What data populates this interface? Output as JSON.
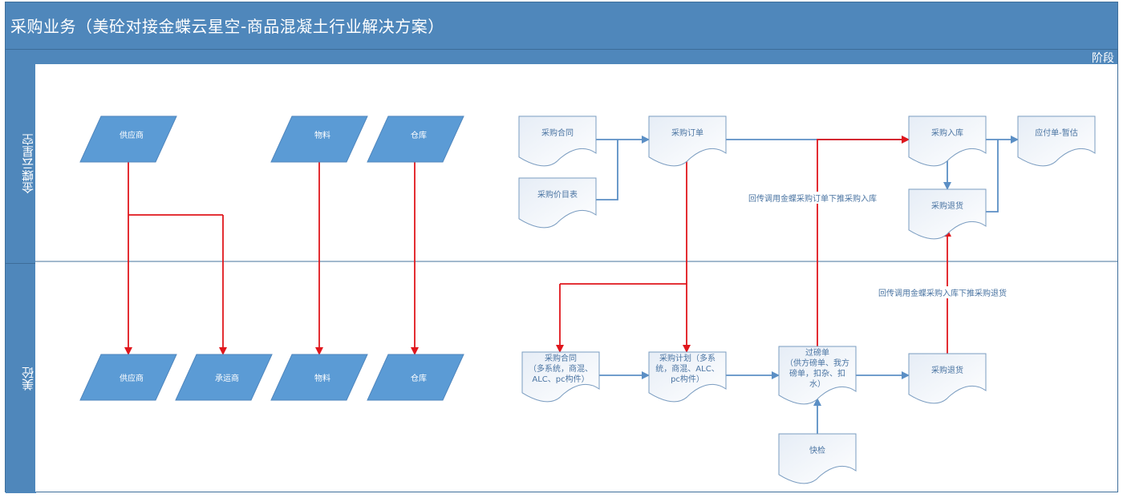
{
  "title": "采购业务（美砼对接金蝶云星空-商品混凝土行业解决方案）",
  "phase_label": "阶段",
  "colors": {
    "header_blue": "#4f87bb",
    "shape_blue": "#5b9bd5",
    "flow_blue": "#5b8fc5",
    "flow_red": "#e0161c",
    "doc_border": "#7a9cc0"
  },
  "lanes": [
    {
      "id": "kingdee",
      "label": "金蝶云星空"
    },
    {
      "id": "meitong",
      "label": "美砼"
    }
  ],
  "nodes": {
    "kd_supplier": {
      "label": "供应商",
      "shape": "parallelogram",
      "lane": "kingdee"
    },
    "kd_material": {
      "label": "物料",
      "shape": "parallelogram",
      "lane": "kingdee"
    },
    "kd_warehouse": {
      "label": "仓库",
      "shape": "parallelogram",
      "lane": "kingdee"
    },
    "mt_supplier": {
      "label": "供应商",
      "shape": "parallelogram",
      "lane": "meitong"
    },
    "mt_carrier": {
      "label": "承运商",
      "shape": "parallelogram",
      "lane": "meitong"
    },
    "mt_material": {
      "label": "物料",
      "shape": "parallelogram",
      "lane": "meitong"
    },
    "mt_warehouse": {
      "label": "仓库",
      "shape": "parallelogram",
      "lane": "meitong"
    },
    "kd_contract": {
      "label": "采购合同",
      "shape": "document",
      "lane": "kingdee"
    },
    "kd_pricelist": {
      "label": "采购价目表",
      "shape": "document",
      "lane": "kingdee"
    },
    "kd_order": {
      "label": "采购订单",
      "shape": "document",
      "lane": "kingdee"
    },
    "kd_inbound": {
      "label": "采购入库",
      "shape": "document",
      "lane": "kingdee"
    },
    "kd_payable": {
      "label": "应付单-暂估",
      "shape": "document",
      "lane": "kingdee"
    },
    "kd_return": {
      "label": "采购退货",
      "shape": "document",
      "lane": "kingdee"
    },
    "mt_contract": {
      "label_lines": [
        "采购合同",
        "（多系统，商混、",
        "ALC、pc构件）"
      ],
      "shape": "document",
      "lane": "meitong"
    },
    "mt_plan": {
      "label_lines": [
        "采购计划（多系",
        "统，商混、ALC、",
        "pc构件）"
      ],
      "shape": "document",
      "lane": "meitong"
    },
    "mt_weigh": {
      "label_lines": [
        "过磅单",
        "（供方磅单、我方",
        "磅单，扣杂、扣",
        "水）"
      ],
      "shape": "document",
      "lane": "meitong"
    },
    "mt_return": {
      "label": "采购退货",
      "shape": "document",
      "lane": "meitong"
    },
    "mt_inspect": {
      "label": "快检",
      "shape": "document",
      "lane": "meitong"
    }
  },
  "annotations": {
    "order_to_inbound": "回传调用金蝶采购订单下推采购入库",
    "inbound_to_return": "回传调用金蝶采购入库下推采购退货"
  },
  "edges": [
    {
      "from": "kd_supplier",
      "to": "mt_supplier",
      "color": "red"
    },
    {
      "from": "kd_supplier",
      "to": "mt_carrier",
      "color": "red"
    },
    {
      "from": "kd_material",
      "to": "mt_material",
      "color": "red"
    },
    {
      "from": "kd_warehouse",
      "to": "mt_warehouse",
      "color": "red"
    },
    {
      "from": "kd_contract",
      "to": "kd_order",
      "color": "blue"
    },
    {
      "from": "kd_pricelist",
      "to": "kd_order",
      "color": "blue"
    },
    {
      "from": "kd_order",
      "to": "mt_contract",
      "color": "red"
    },
    {
      "from": "kd_order",
      "to": "mt_plan",
      "color": "red"
    },
    {
      "from": "kd_order",
      "to": "kd_inbound",
      "color": "blue"
    },
    {
      "from": "mt_contract",
      "to": "mt_plan",
      "color": "blue"
    },
    {
      "from": "mt_plan",
      "to": "mt_weigh",
      "color": "blue"
    },
    {
      "from": "mt_inspect",
      "to": "mt_weigh",
      "color": "blue"
    },
    {
      "from": "mt_weigh",
      "to": "mt_return",
      "color": "blue"
    },
    {
      "from": "mt_weigh",
      "to": "kd_inbound",
      "color": "red",
      "label_ref": "order_to_inbound"
    },
    {
      "from": "mt_return",
      "to": "kd_return",
      "color": "red",
      "label_ref": "inbound_to_return"
    },
    {
      "from": "kd_inbound",
      "to": "kd_return",
      "color": "blue"
    },
    {
      "from": "kd_inbound",
      "to": "kd_payable",
      "color": "blue"
    },
    {
      "from": "kd_return",
      "to": "kd_payable",
      "color": "blue"
    }
  ]
}
